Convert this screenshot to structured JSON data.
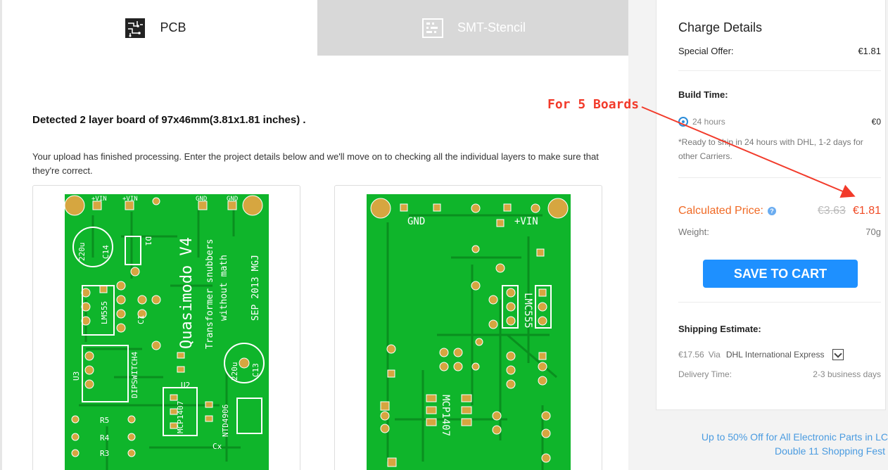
{
  "tabs": [
    {
      "label": "PCB",
      "icon": "pcb-chip-icon",
      "active": true
    },
    {
      "label": "SMT-Stencil",
      "icon": "stencil-icon",
      "active": false
    }
  ],
  "main": {
    "detected": "Detected 2 layer board of 97x46mm(3.81x1.81 inches) .",
    "upload_message": "Your upload has finished processing. Enter the project details below and we'll move on to checking all the individual layers to make sure that they're correct.",
    "top_board": {
      "pads_top_labels": [
        "+VIN",
        "+VIN",
        "GND",
        "GND"
      ],
      "silk": [
        "Quasimodo V4",
        "Transformer snubbers",
        "without math",
        "SEP 2013 MGJ",
        "220u",
        "C14",
        "220u",
        "C13",
        "LM555",
        "DIPSWITCH4",
        "U3",
        "U2",
        "MCP1407",
        "NTD4906",
        "R5",
        "R4",
        "R3",
        "D1",
        "C1",
        "Cx"
      ]
    },
    "bottom_board": {
      "silk": [
        "GND",
        "+VIN",
        "LMC555",
        "MCP1407"
      ]
    }
  },
  "charge": {
    "title": "Charge Details",
    "special_offer_label": "Special Offer:",
    "special_offer_value": "€1.81",
    "build_time_label": "Build Time:",
    "build_option": "24 hours",
    "build_option_price": "€0",
    "ready_note": "*Ready to ship in 24 hours with DHL, 1-2 days for other Carriers.",
    "calculated_label": "Calculated Price:",
    "old_price": "€3.63",
    "new_price": "€1.81",
    "weight_label": "Weight:",
    "weight_value": "70g",
    "save_button": "SAVE TO CART",
    "shipping_label": "Shipping Estimate:",
    "shipping_price": "€17.56",
    "shipping_via": "Via",
    "shipping_method": "DHL International Express",
    "delivery_label": "Delivery Time:",
    "delivery_value": "2-3 business days"
  },
  "promo": {
    "line1": "Up to 50% Off for All Electronic Parts in LC",
    "line2": "Double 11 Shopping Fest"
  },
  "annotation": {
    "text": "For 5 Boards",
    "color": "#f23a2a"
  },
  "colors": {
    "accent_blue": "#1e90ff",
    "price_orange": "#f06a25",
    "board_green": "#0fb52b",
    "pad_gold": "#d6a640"
  }
}
